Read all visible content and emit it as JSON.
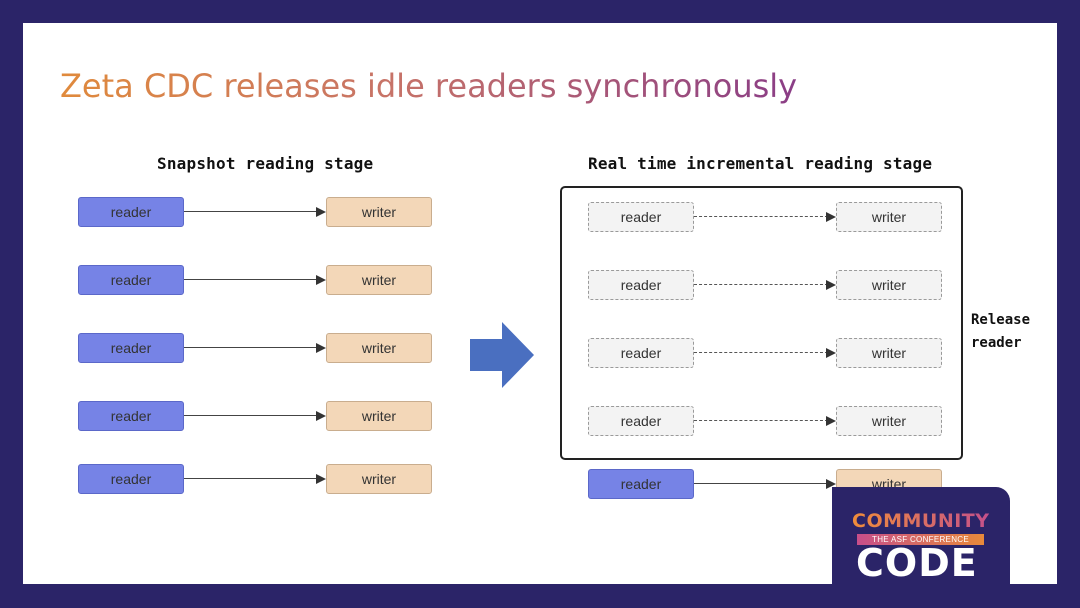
{
  "title": "Zeta CDC releases idle readers synchronously",
  "left_stage": {
    "title": "Snapshot reading stage",
    "pairs": [
      {
        "reader": "reader",
        "writer": "writer"
      },
      {
        "reader": "reader",
        "writer": "writer"
      },
      {
        "reader": "reader",
        "writer": "writer"
      },
      {
        "reader": "reader",
        "writer": "writer"
      },
      {
        "reader": "reader",
        "writer": "writer"
      }
    ]
  },
  "right_stage": {
    "title": "Real time incremental reading stage",
    "released_pairs": [
      {
        "reader": "reader",
        "writer": "writer"
      },
      {
        "reader": "reader",
        "writer": "writer"
      },
      {
        "reader": "reader",
        "writer": "writer"
      },
      {
        "reader": "reader",
        "writer": "writer"
      }
    ],
    "active_pair": {
      "reader": "reader",
      "writer": "writer"
    },
    "release_label_line1": "Release",
    "release_label_line2": "reader"
  },
  "logo": {
    "top": "COMMUNITY",
    "band": "THE ASF CONFERENCE",
    "bottom": "CODE"
  },
  "colors": {
    "background_frame": "#2b2468",
    "reader_fill": "#7683e6",
    "writer_fill": "#f3d7b8",
    "released_fill": "#f3f3f3",
    "transition_arrow": "#4a6fc0"
  }
}
